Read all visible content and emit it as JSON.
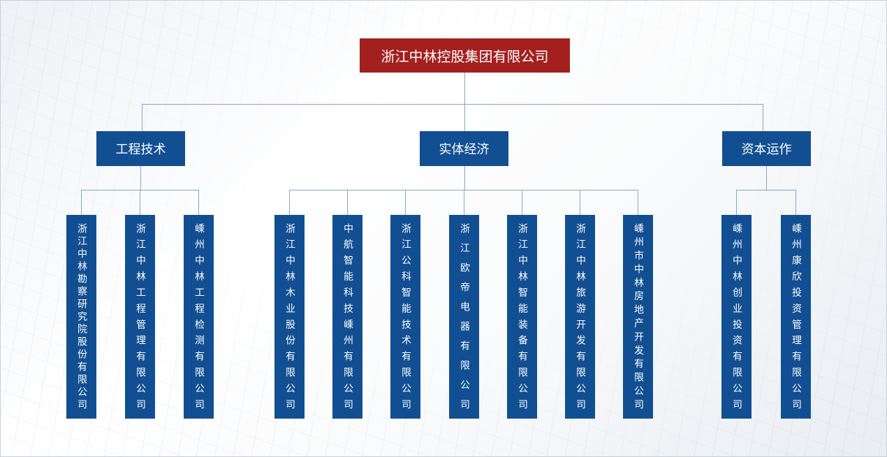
{
  "root": {
    "label": "浙江中林控股集团有限公司",
    "color": "#a3201f"
  },
  "categories": [
    {
      "label": "工程技术"
    },
    {
      "label": "实体经济"
    },
    {
      "label": "资本运作"
    }
  ],
  "companies": [
    {
      "name": "浙江中林勘察研究院股份有限公司",
      "category": "工程技术"
    },
    {
      "name": "浙江中林工程管理有限公司",
      "category": "工程技术"
    },
    {
      "name": "嵊州中林工程检测有限公司",
      "category": "工程技术"
    },
    {
      "name": "浙江中林木业股份有限公司",
      "category": "实体经济"
    },
    {
      "name": "中航智能科技嵊州有限公司",
      "category": "实体经济"
    },
    {
      "name": "浙江公科智能技术有限公司",
      "category": "实体经济"
    },
    {
      "name": "浙江欧帝电器有限公司",
      "category": "实体经济"
    },
    {
      "name": "浙江中林智能装备有限公司",
      "category": "实体经济"
    },
    {
      "name": "浙江中林旅游开发有限公司",
      "category": "实体经济"
    },
    {
      "name": "嵊州市中林房地产开发有限公司",
      "category": "实体经济"
    },
    {
      "name": "嵊州中林创业投资有限公司",
      "category": "资本运作"
    },
    {
      "name": "嵊州康欣投资管理有限公司",
      "category": "资本运作"
    }
  ],
  "colors": {
    "node": "#124f92",
    "connector": "#8aa6c0"
  }
}
